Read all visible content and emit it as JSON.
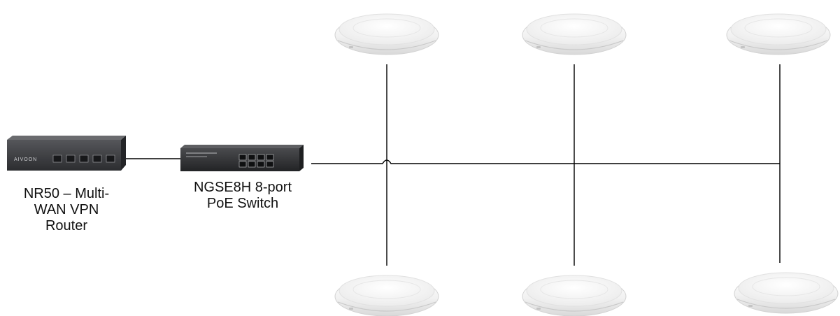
{
  "router": {
    "brand": "AIVOON",
    "label_lines": [
      "NR50 – Multi-",
      "WAN VPN",
      "Router"
    ]
  },
  "switch": {
    "label_lines": [
      "NGSE8H 8-port",
      "PoE Switch"
    ]
  },
  "access_points": [
    {
      "id": "ap-top-1"
    },
    {
      "id": "ap-top-2"
    },
    {
      "id": "ap-top-3"
    },
    {
      "id": "ap-bottom-1"
    },
    {
      "id": "ap-bottom-2"
    },
    {
      "id": "ap-bottom-3"
    }
  ],
  "colors": {
    "line": "#000000",
    "router_body": "#3a3b3e",
    "switch_body": "#2e2f31",
    "ap_body": "#f2f2f2"
  }
}
